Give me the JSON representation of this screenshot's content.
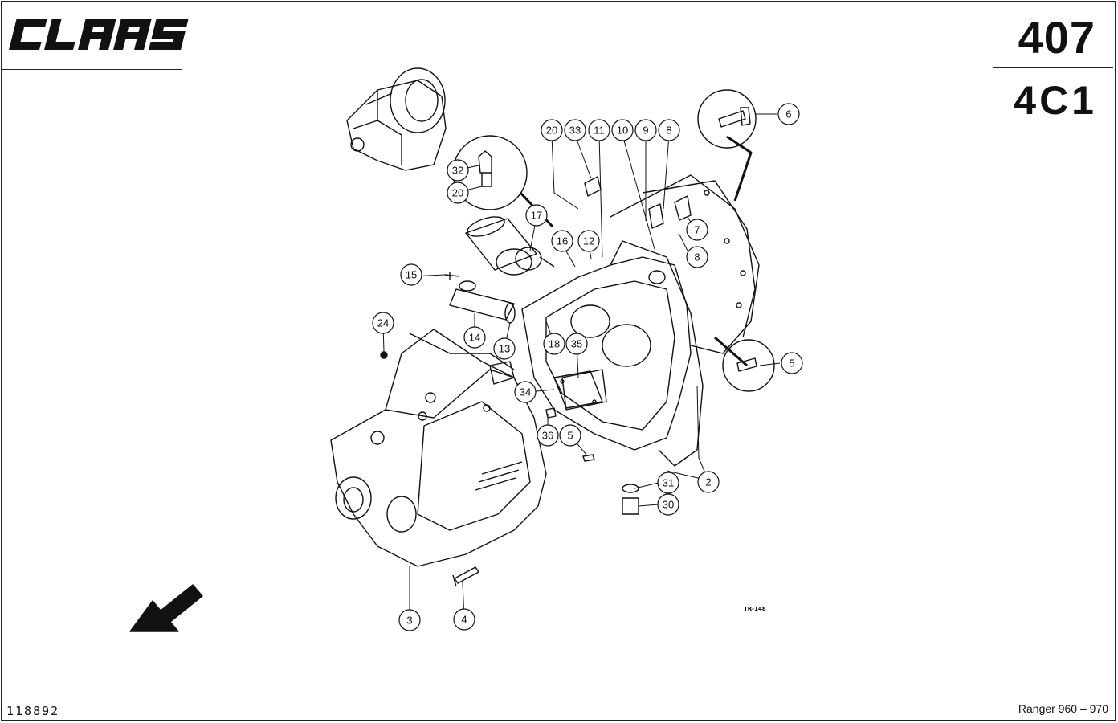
{
  "header": {
    "brand": "CLAAS",
    "page_number": "407",
    "group_code": "4C1"
  },
  "footer": {
    "document_number": "118892",
    "model": "Ranger 960 – 970"
  },
  "diagram": {
    "drawing_ref": "TR-148",
    "callouts": [
      "2",
      "3",
      "4",
      "5",
      "5",
      "6",
      "7",
      "8",
      "8",
      "9",
      "10",
      "11",
      "12",
      "13",
      "14",
      "15",
      "16",
      "17",
      "18",
      "20",
      "20",
      "24",
      "30",
      "31",
      "32",
      "33",
      "34",
      "35",
      "36"
    ]
  }
}
